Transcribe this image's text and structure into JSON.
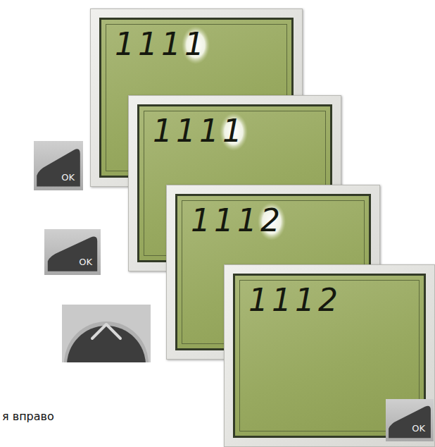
{
  "diagram": {
    "nodes": [
      {
        "text": [
          "1111"
        ]
      },
      {
        "text": [
          "1111"
        ]
      },
      {
        "text": [
          "OK"
        ]
      },
      {
        "text": [
          "1112"
        ]
      },
      {
        "text": [
          "OK"
        ]
      },
      {
        "text": [
          "1112"
        ]
      },
      {
        "text": [
          "OK"
        ]
      }
    ],
    "labels": [
      "я вправо"
    ]
  }
}
